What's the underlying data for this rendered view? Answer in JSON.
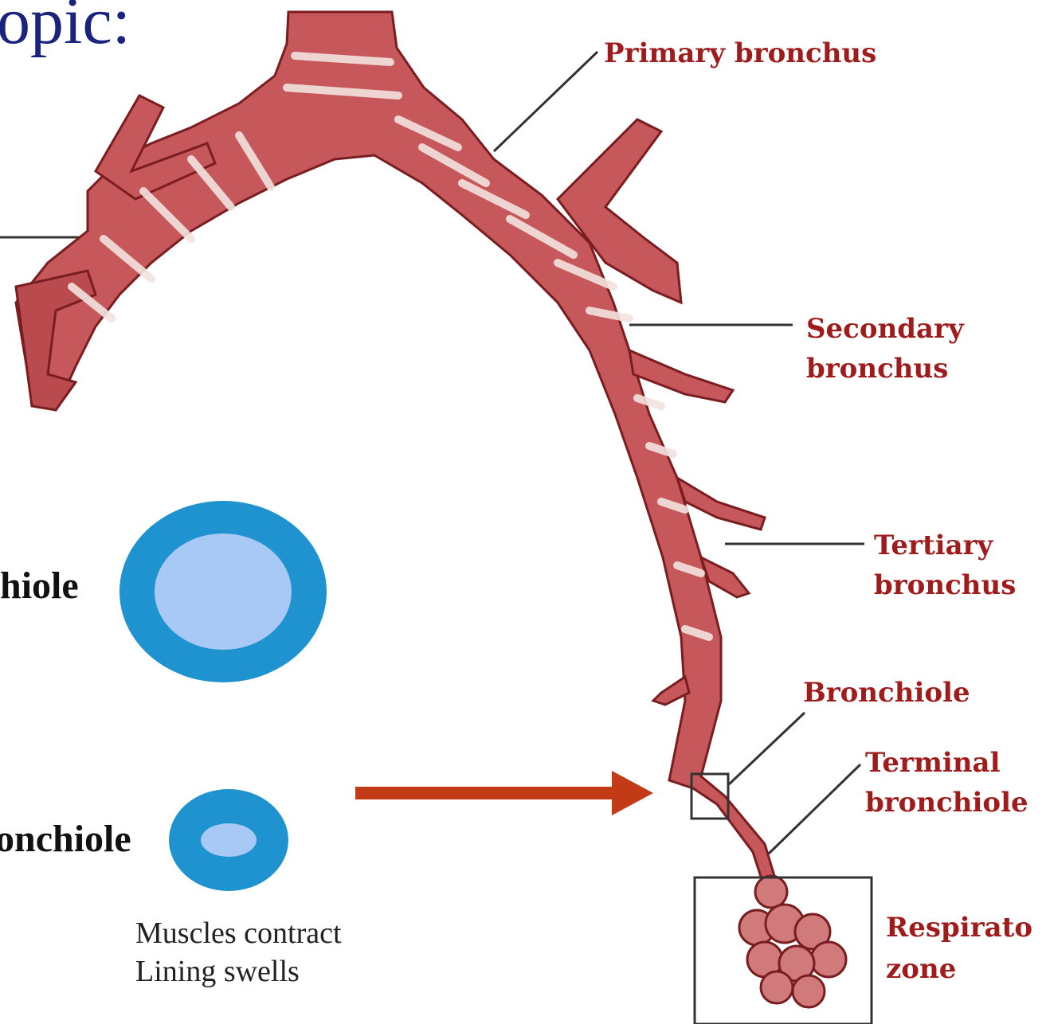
{
  "title": "opic:",
  "labels": {
    "primary_bronchus": "Primary bronchus",
    "secondary_bronchus_1": "Secondary",
    "secondary_bronchus_2": "bronchus",
    "tertiary_bronchus_1": "Tertiary",
    "tertiary_bronchus_2": "bronchus",
    "bronchiole": "Bronchiole",
    "terminal_bronchiole_1": "Terminal",
    "terminal_bronchiole_2": "bronchiole",
    "respiratory_zone_1": "Respirato",
    "respiratory_zone_2": "zone"
  },
  "cross_sections": {
    "relaxed_label": "hiole",
    "constricted_label": "onchiole"
  },
  "note": {
    "line1": "Muscles contract",
    "line2": "Lining swells"
  },
  "colors": {
    "airway": "#c6575a",
    "airway_dark": "#7a1d20",
    "ring_light": "#f3e3e0",
    "wall_blue": "#1e93d0",
    "lumen_blue": "#a8c8f5",
    "arrow": "#c23a16",
    "label_red": "#a01c1c"
  }
}
